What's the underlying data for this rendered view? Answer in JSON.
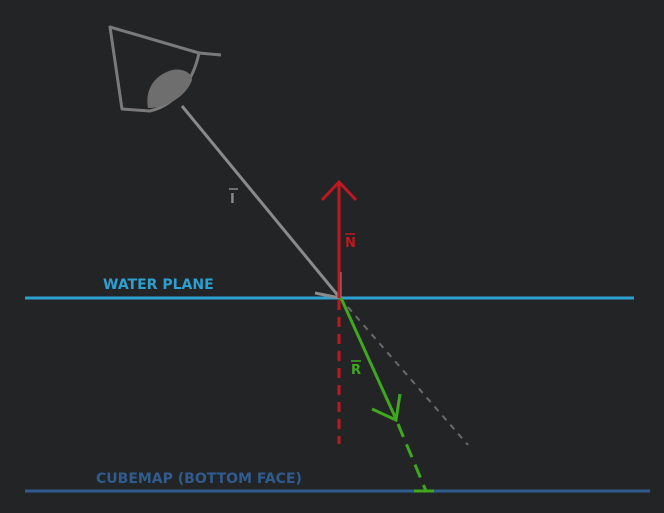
{
  "labels": {
    "incident": "I",
    "normal": "N",
    "refracted": "R",
    "water_plane": "WATER PLANE",
    "cubemap": "CUBEMAP (BOTTOM FACE)"
  },
  "colors": {
    "background": "#232426",
    "water_plane": "#2e9fd1",
    "cubemap": "#2f5b8f",
    "incident": "#8a8a8a",
    "normal": "#c01820",
    "refracted": "#3fa81c",
    "eye": "#7a7a7a",
    "eye_pupil": "#6e6e6e",
    "reflection_guide": "#6a6a6a"
  },
  "icons": {
    "eye": "eye-icon"
  }
}
